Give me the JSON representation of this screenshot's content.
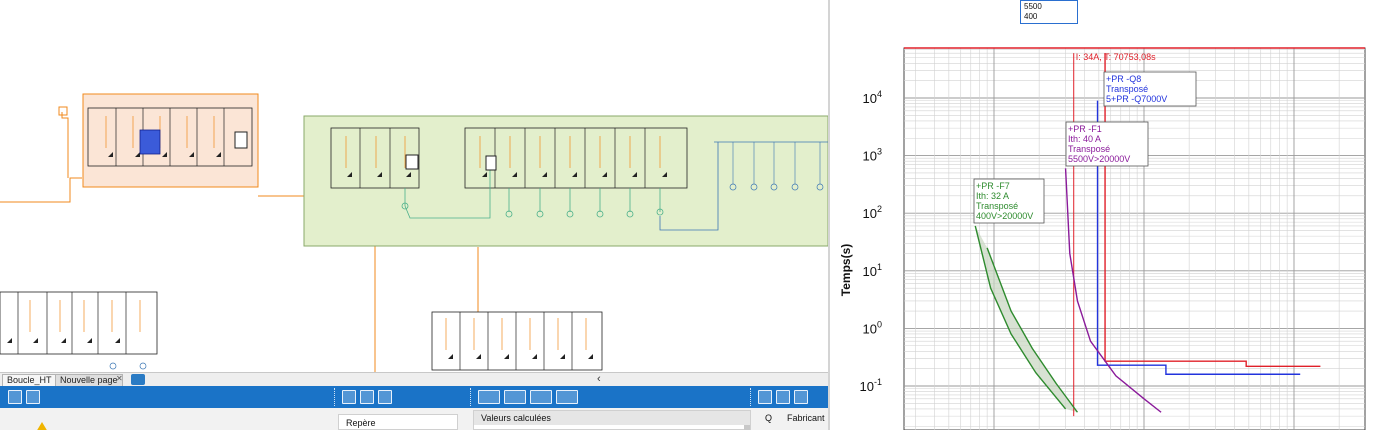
{
  "colors": {
    "accent": "#1a73c7",
    "schematic_line": "#f08a1c",
    "panel_fill_green": "#e3efcc",
    "panel_fill_peach": "#fbe5d6",
    "curve_red": "#e0202a",
    "curve_blue": "#2233dd",
    "curve_purple": "#8a1a9a",
    "curve_green": "#2e8b2e"
  },
  "tabs": {
    "boucle": "Boucle_HT",
    "nouvelle": "Nouvelle page",
    "close": "✕",
    "scroll": "‹"
  },
  "panels": {
    "repere_label": "Repère",
    "valeurs_label": "Valeurs calculées",
    "q_col": "Q",
    "fabricant_col": "Fabricant"
  },
  "value_list": [
    "5500",
    "400"
  ],
  "chart_data": {
    "type": "line",
    "ylabel": "Temps(s)",
    "yscale": "log",
    "ylim": [
      0.03,
      60000
    ],
    "yticks": [
      "10^4",
      "10^3",
      "10^2",
      "10^1",
      "10^0",
      "10^-1"
    ],
    "xscale": "log",
    "xlim": [
      3,
      3000
    ],
    "grid": true,
    "cursor_label": "I: 34A, T: 70753,08s",
    "annotations": [
      {
        "lines": [
          "+PR -Q8",
          "Transposé",
          "5+PR -Q7000V"
        ],
        "color": "#2233dd"
      },
      {
        "lines": [
          "+PR -F1",
          "Ith: 40 A",
          "Transposé",
          "5500V>20000V"
        ],
        "color": "#8a1a9a"
      },
      {
        "lines": [
          "+PR -F7",
          "Ith: 32 A",
          "Transposé",
          "400V>20000V"
        ],
        "color": "#2e8b2e"
      }
    ],
    "series": [
      {
        "values": [
          [
            34,
            60000
          ],
          [
            34,
            0.03
          ]
        ]
      },
      {
        "values": [
          [
            55,
            60000
          ],
          [
            55,
            0.27
          ],
          [
            480,
            0.27
          ],
          [
            480,
            0.22
          ],
          [
            1500,
            0.22
          ]
        ]
      },
      {
        "values": [
          [
            49,
            9000
          ],
          [
            49,
            0.23
          ],
          [
            140,
            0.23
          ],
          [
            140,
            0.16
          ],
          [
            1100,
            0.16
          ]
        ]
      },
      {
        "values": [
          [
            30,
            600
          ],
          [
            32,
            20
          ],
          [
            36,
            3
          ],
          [
            44,
            0.6
          ],
          [
            65,
            0.15
          ],
          [
            100,
            0.06
          ],
          [
            130,
            0.035
          ]
        ]
      },
      {
        "values": [
          [
            7.5,
            60
          ],
          [
            9.5,
            5
          ],
          [
            13,
            0.8
          ],
          [
            19,
            0.17
          ],
          [
            30,
            0.04
          ]
        ]
      },
      {
        "values": [
          [
            9,
            25
          ],
          [
            13,
            2
          ],
          [
            18,
            0.45
          ],
          [
            26,
            0.11
          ],
          [
            36,
            0.035
          ]
        ]
      }
    ]
  }
}
